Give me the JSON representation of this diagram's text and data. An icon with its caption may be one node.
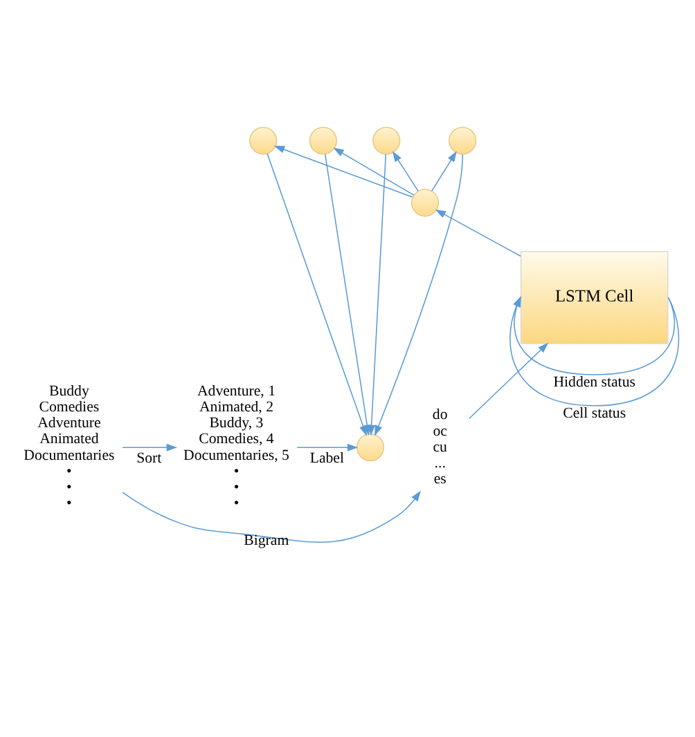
{
  "diagram": {
    "nodes": [
      {
        "text": [
          "Adventure, 1",
          "Animated, 2",
          "Buddy, 3",
          "Comedies, 4",
          "Documentaries, 5",
          "•",
          "•",
          "•"
        ]
      },
      {
        "text": [],
        "shape": "circle"
      },
      {
        "text": [],
        "shape": "circle"
      },
      {
        "text": [],
        "shape": "circle"
      },
      {
        "text": [],
        "shape": "circle"
      },
      {
        "text": [],
        "shape": "circle"
      },
      {
        "text": [],
        "shape": "circle"
      },
      {
        "text": [
          "LSTM Cell"
        ]
      },
      {
        "text": [
          "Buddy",
          "Comedies",
          "Adventure",
          "Animated",
          "Documentaries",
          "•",
          "•",
          "•"
        ]
      },
      {
        "text": [
          "do",
          "oc",
          "cu",
          "...",
          "es"
        ]
      }
    ],
    "edges": [
      {
        "from": 0,
        "to": 1,
        "arrow": "to",
        "label": "Label"
      },
      {
        "from": 2,
        "to": 1,
        "arrow": "to"
      },
      {
        "from": 3,
        "to": 1,
        "arrow": "to"
      },
      {
        "from": 4,
        "to": 1,
        "arrow": "to"
      },
      {
        "from": 5,
        "to": 1,
        "arrow": "to"
      },
      {
        "from": 6,
        "to": 2,
        "arrow": "to"
      },
      {
        "from": 6,
        "to": 3,
        "arrow": "to"
      },
      {
        "from": 6,
        "to": 4,
        "arrow": "to"
      },
      {
        "from": 6,
        "to": 5,
        "arrow": "to"
      },
      {
        "from": 7,
        "to": 6,
        "arrow": "to"
      },
      {
        "from": 7,
        "to": 7,
        "arrow": "to",
        "label": "Hidden status"
      },
      {
        "from": 7,
        "to": 7,
        "arrow": "to",
        "label": "Cell status"
      },
      {
        "from": 8,
        "to": 0,
        "arrow": "to",
        "label": "Sort"
      },
      {
        "from": 8,
        "to": 9,
        "arrow": "to",
        "label": "Bigram"
      },
      {
        "from": 9,
        "to": 7,
        "arrow": "to"
      }
    ]
  }
}
